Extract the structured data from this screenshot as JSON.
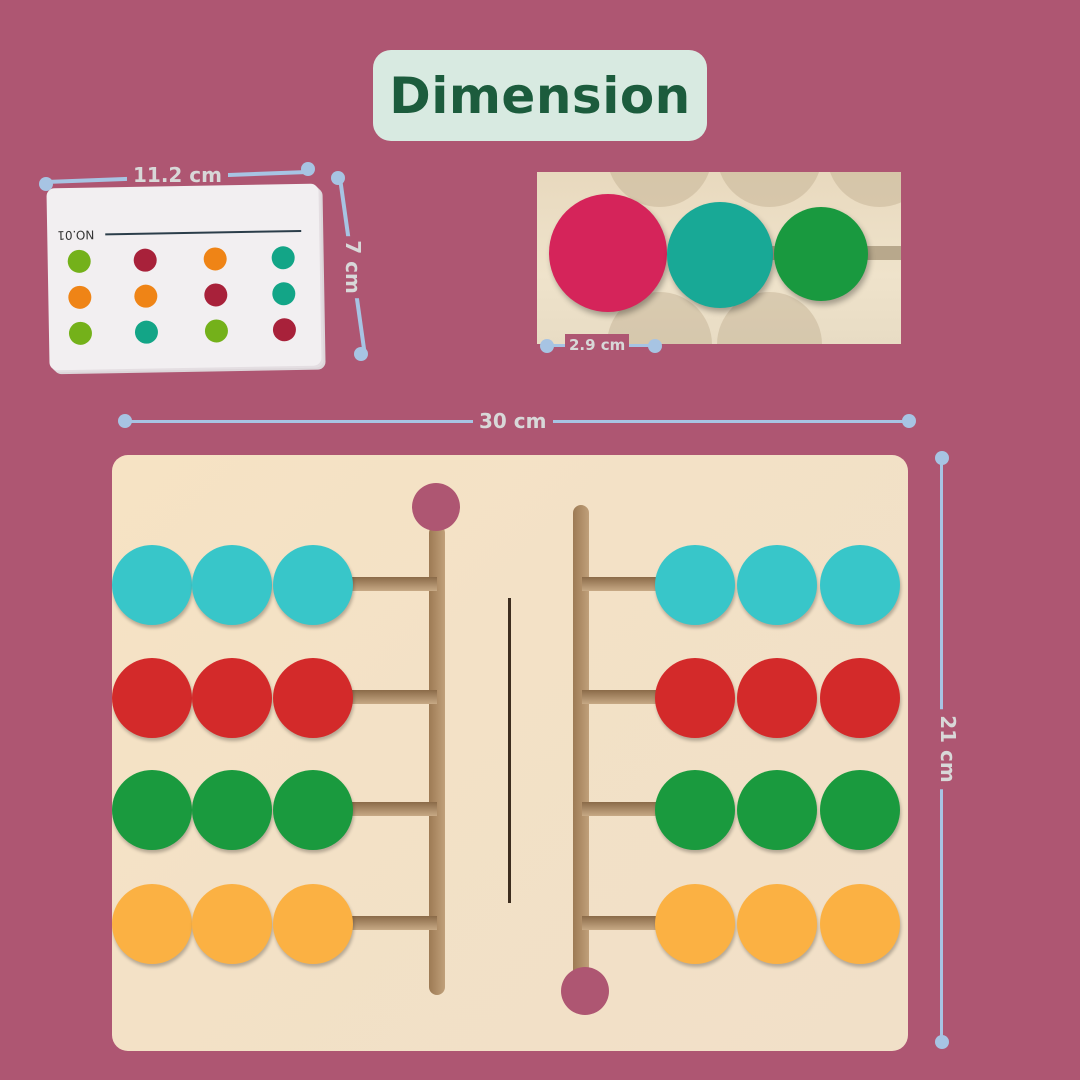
{
  "header": {
    "title": "Dimension"
  },
  "colors": {
    "background": "#ae5672",
    "title_box": "#d8eae1",
    "title_text": "#1c5c3d",
    "dimension_line": "#a7c4e3",
    "dimension_label": "#d8d8d8",
    "board_wood": "#f4e2c6",
    "piece_cyan": "#38c6c9",
    "piece_red": "#d32a2a",
    "piece_green": "#1a9a3e",
    "piece_orange": "#fbb143"
  },
  "pattern_card": {
    "label": "NO.01",
    "width_label": "11.2 cm",
    "height_label": "7 cm",
    "dots": [
      [
        "#74b11a",
        "#a8213a",
        "#ef8416",
        "#13a587"
      ],
      [
        "#ef8416",
        "#ef8416",
        "#a8213a",
        "#13a587"
      ],
      [
        "#74b11a",
        "#13a587",
        "#74b11a",
        "#a8213a"
      ]
    ]
  },
  "piece_detail": {
    "diameter_label": "2.9 cm",
    "pieces": [
      "#d5245a",
      "#18a996",
      "#19993f"
    ]
  },
  "board": {
    "width_label": "30 cm",
    "height_label": "21 cm",
    "rows": [
      {
        "color_name": "cyan",
        "color": "#38c6c9"
      },
      {
        "color_name": "red",
        "color": "#d32a2a"
      },
      {
        "color_name": "green",
        "color": "#1a9a3e"
      },
      {
        "color_name": "orange",
        "color": "#fbb143"
      }
    ],
    "pieces_per_side": 3
  }
}
